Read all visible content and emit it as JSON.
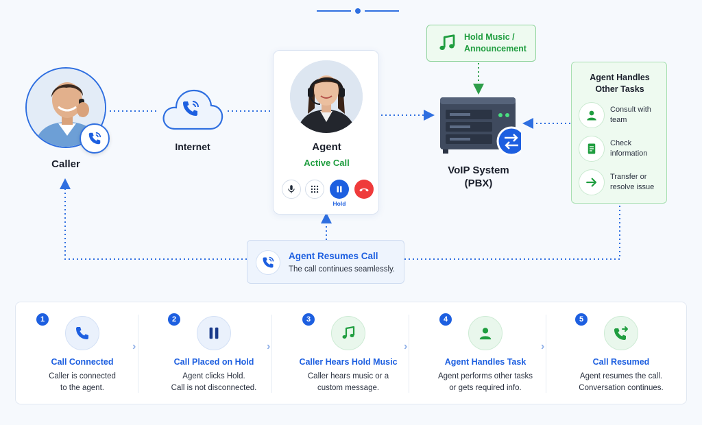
{
  "colors": {
    "blue": "#1d5fe0",
    "green": "#1f9d3f",
    "red": "#ef3b3b",
    "line": "#2f6fe0"
  },
  "caller": {
    "label": "Caller",
    "icon": "phone-ringing-icon"
  },
  "internet": {
    "label": "Internet",
    "icon": "cloud-phone-icon"
  },
  "agent": {
    "label": "Agent",
    "status": "Active Call",
    "controls": {
      "mic": "microphone-icon",
      "keypad": "keypad-icon",
      "hold": "pause-icon",
      "end": "end-call-icon"
    },
    "hold_label": "Hold"
  },
  "hold_music": {
    "line1": "Hold Music /",
    "line2": "Announcement",
    "icon": "music-note-icon"
  },
  "voip": {
    "line1": "VoIP System",
    "line2": "(PBX)",
    "icon": "server-icon"
  },
  "tasks": {
    "title_line1": "Agent Handles",
    "title_line2": "Other Tasks",
    "items": [
      {
        "line1": "Consult with",
        "line2": "team",
        "icon": "person-icon"
      },
      {
        "line1": "Check",
        "line2": "information",
        "icon": "document-icon"
      },
      {
        "line1": "Transfer or",
        "line2": "resolve issue",
        "icon": "arrow-right-icon"
      }
    ]
  },
  "resume": {
    "title": "Agent Resumes Call",
    "subtitle": "The call continues seamlessly.",
    "icon": "phone-ringing-icon"
  },
  "steps": [
    {
      "num": "1",
      "title": "Call Connected",
      "desc": "Caller is connected\nto the agent.",
      "icon": "phone-icon",
      "tone": "blue"
    },
    {
      "num": "2",
      "title": "Call Placed on Hold",
      "desc": "Agent clicks Hold.\nCall is not disconnected.",
      "icon": "pause-icon",
      "tone": "blue"
    },
    {
      "num": "3",
      "title": "Caller Hears Hold Music",
      "desc": "Caller hears music or a\ncustom message.",
      "icon": "music-note-icon",
      "tone": "green"
    },
    {
      "num": "4",
      "title": "Agent Handles Task",
      "desc": "Agent performs other tasks\nor gets required info.",
      "icon": "person-icon",
      "tone": "green"
    },
    {
      "num": "5",
      "title": "Call Resumed",
      "desc": "Agent resumes the call.\nConversation continues.",
      "icon": "phone-forward-icon",
      "tone": "green"
    }
  ]
}
